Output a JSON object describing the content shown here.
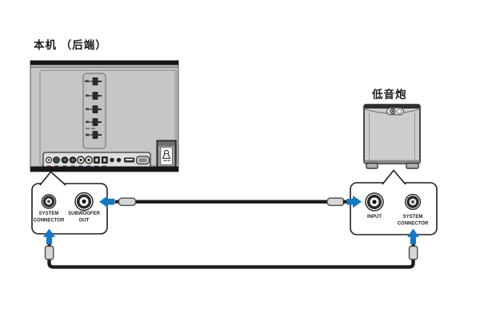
{
  "titles": {
    "unit": "本机 （后端）",
    "subwoofer": "低音炮"
  },
  "soundbar_panel": {
    "jack_system_connector_line1": "SYSTEM",
    "jack_system_connector_line2": "CONNECTOR",
    "jack_subwoofer_out_line1": "SUBWOOFER",
    "jack_subwoofer_out_line2": "OUT"
  },
  "subwoofer_panel": {
    "jack_input": "INPUT",
    "jack_system_connector_line1": "SYSTEM",
    "jack_system_connector_line2": "CONNECTOR"
  },
  "colors": {
    "arrow_blue": "#1778c2",
    "cable_black": "#1c1c1c",
    "device_gray": "#c6c6c6"
  }
}
